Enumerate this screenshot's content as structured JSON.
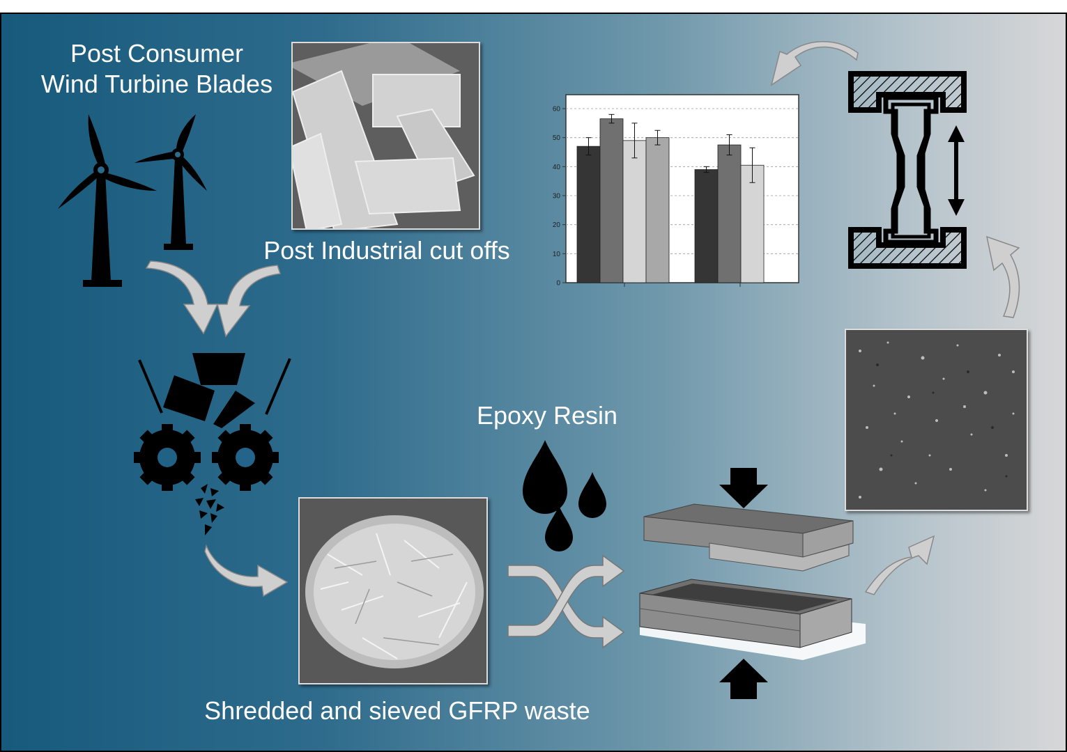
{
  "labels": {
    "post_consumer": "Post Consumer",
    "wind_turbine_blades": "Wind Turbine Blades",
    "post_industrial": "Post Industrial cut offs",
    "epoxy_resin": "Epoxy Resin",
    "shredded": "Shredded and sieved GFRP waste"
  },
  "colors": {
    "background_left": "#175a7c",
    "background_right": "#d7d7d8",
    "arrow_fill": "#c8c8c8",
    "icon_fill": "#000000"
  },
  "icons": [
    "wind-turbine-icon",
    "shredder-icon",
    "gear-icon",
    "resin-drop-icon",
    "shuffle-arrow-icon",
    "mold-press-icon",
    "tensile-test-icon",
    "curved-arrow-icon"
  ],
  "chart_data": {
    "type": "bar",
    "y_ticks": [
      "0",
      "10",
      "20",
      "30",
      "40",
      "50",
      "60"
    ],
    "ylim": [
      0,
      60
    ],
    "grid": true,
    "groups": [
      {
        "values": [
          47,
          56.5,
          49,
          50
        ],
        "errors": [
          3,
          1.5,
          6,
          2.5
        ]
      },
      {
        "values": [
          39,
          47.5,
          40.5
        ],
        "errors": [
          1,
          3.5,
          6
        ]
      }
    ],
    "bar_colors": [
      "#353535",
      "#707070",
      "#d5d5d5",
      "#a8a8a8"
    ]
  }
}
